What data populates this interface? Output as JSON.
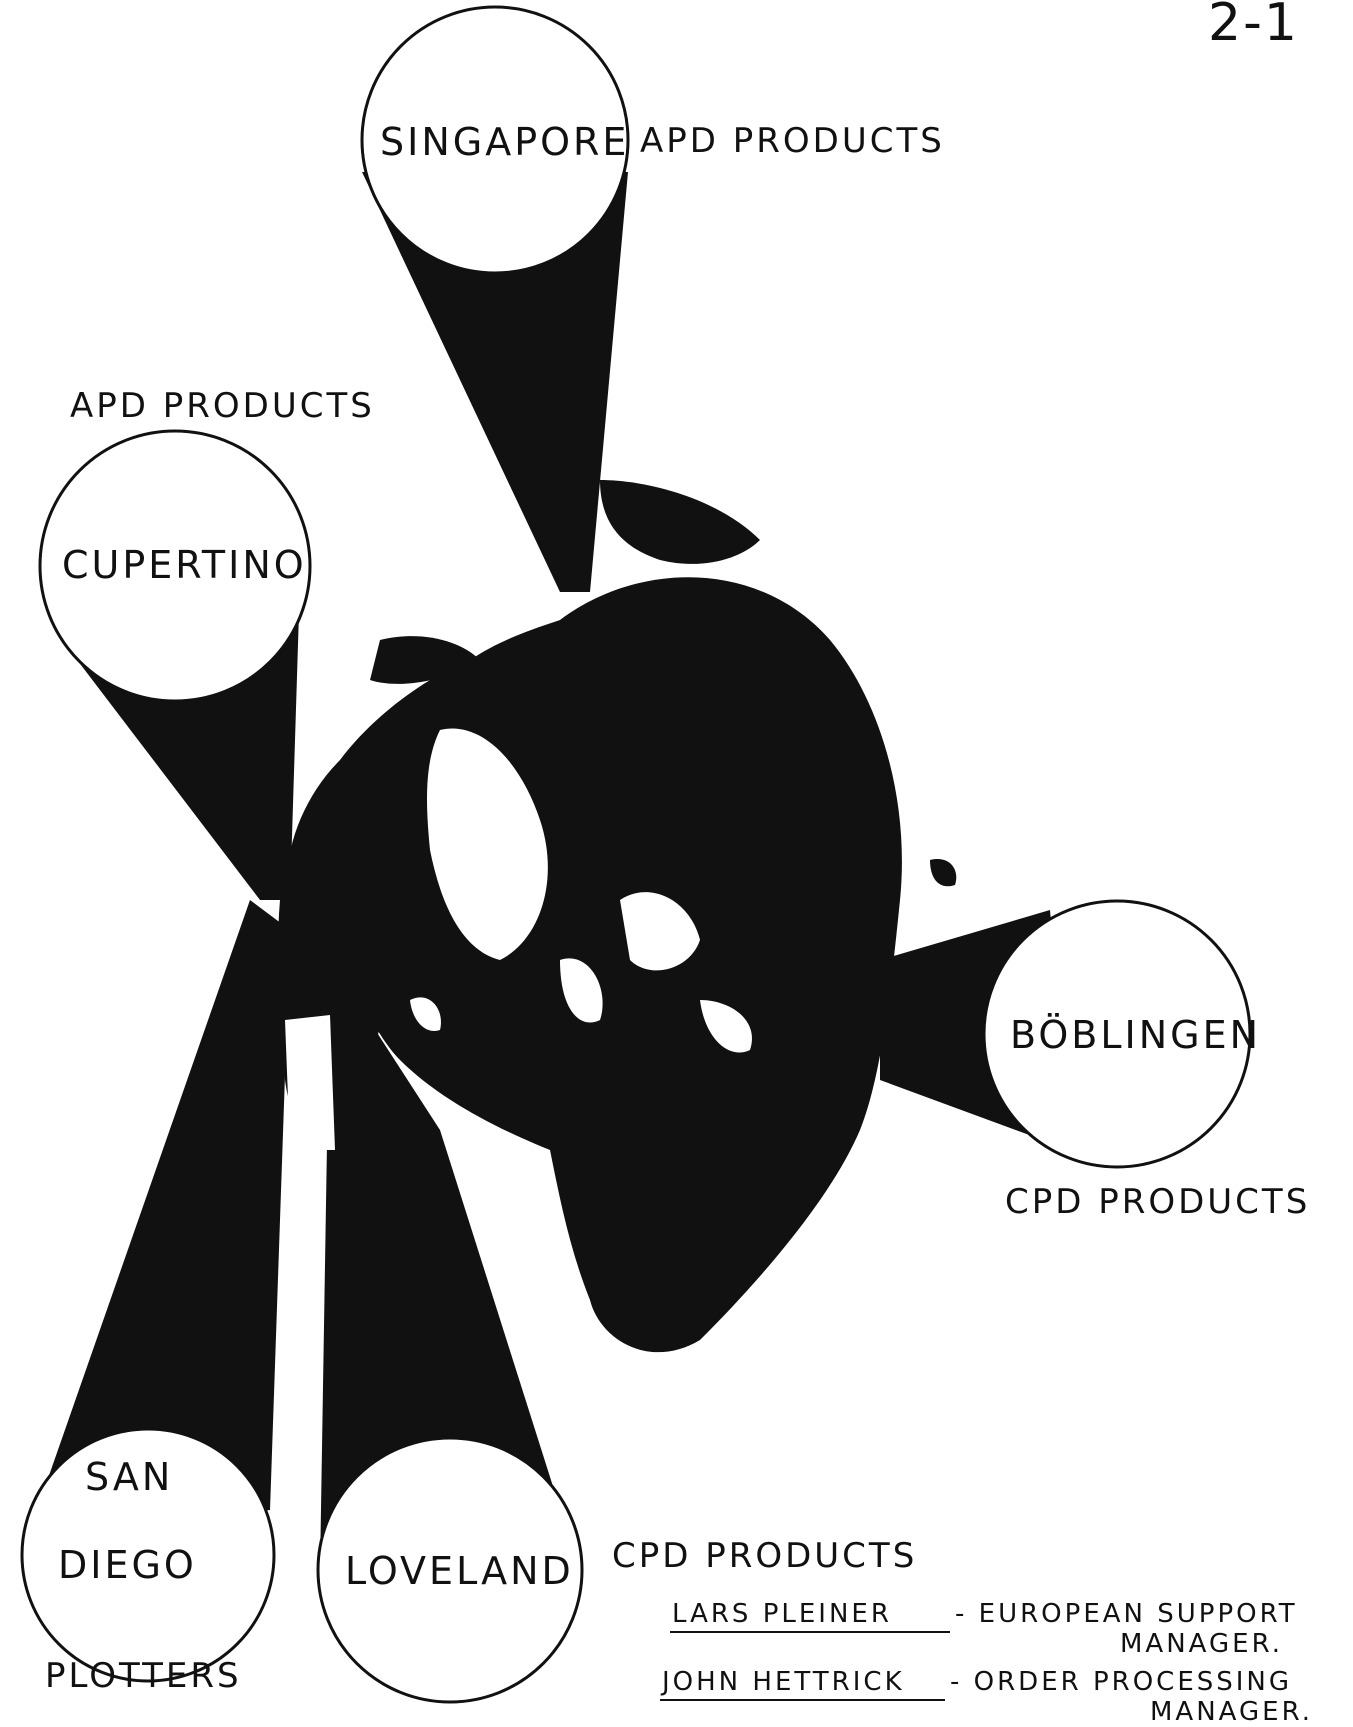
{
  "page_number": "2-1",
  "sites": [
    {
      "id": "singapore",
      "lines": [
        "SINGAPORE"
      ],
      "caption": "APD PRODUCTS"
    },
    {
      "id": "cupertino",
      "lines": [
        "CUPERTINO"
      ],
      "caption": "APD PRODUCTS"
    },
    {
      "id": "boblingen",
      "lines": [
        "BÖBLINGEN"
      ],
      "caption": "CPD PRODUCTS"
    },
    {
      "id": "san-diego",
      "lines": [
        "SAN",
        "DIEGO"
      ],
      "caption": "PLOTTERS"
    },
    {
      "id": "loveland",
      "lines": [
        "LOVELAND"
      ],
      "caption": "CPD PRODUCTS"
    }
  ],
  "contacts": [
    {
      "name": "LARS PLEINER",
      "role_line1": "- EUROPEAN SUPPORT",
      "role_line2": "MANAGER."
    },
    {
      "name": "JOHN HETTRICK",
      "role_line1": "- ORDER PROCESSING",
      "role_line2": "MANAGER."
    }
  ],
  "colors": {
    "ink": "#111111",
    "paper": "#ffffff"
  }
}
